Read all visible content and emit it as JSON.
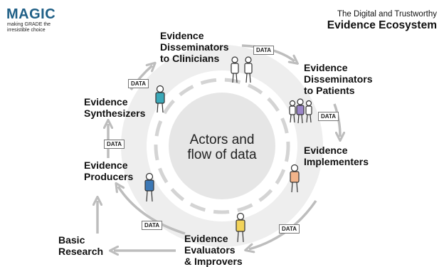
{
  "logo": {
    "word": "MAGIC",
    "tagline_line1": "making GRADE the",
    "tagline_line2": "irresistible choice"
  },
  "header": {
    "title_line1": "The Digital and Trustworthy",
    "title_line2": "Evidence Ecosystem"
  },
  "center": {
    "line1": "Actors and",
    "line2": "flow of data"
  },
  "actors": {
    "disseminators_clinicians": [
      "Evidence",
      "Disseminators",
      "to Clinicians"
    ],
    "disseminators_patients": [
      "Evidence",
      "Disseminators",
      "to Patients"
    ],
    "synthesizers": [
      "Evidence",
      "Synthesizers"
    ],
    "implementers": [
      "Evidence",
      "Implementers"
    ],
    "producers": [
      "Evidence",
      "Producers"
    ],
    "basic_research": [
      "Basic",
      "Research"
    ],
    "evaluators": [
      "Evidence",
      "Evaluators",
      "& Improvers"
    ]
  },
  "data_tag": "DATA",
  "colors": {
    "logo": "#1f5f86",
    "ring": "#eeeeee",
    "center_disc": "#e6e6e6",
    "arrow": "#bdbdbd",
    "person_teal": "#3aa8b8",
    "person_purple": "#9b86c9",
    "person_peach": "#f2b48a",
    "person_blue": "#3c78b5",
    "person_yellow": "#f2d35a"
  }
}
